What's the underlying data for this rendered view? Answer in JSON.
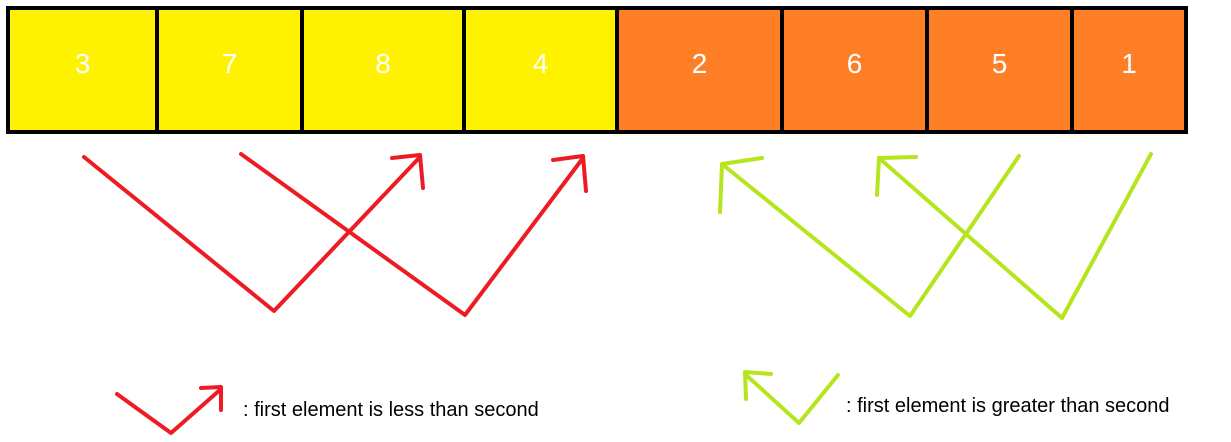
{
  "array": {
    "cells": [
      {
        "value": "3",
        "group": "yellow"
      },
      {
        "value": "7",
        "group": "yellow"
      },
      {
        "value": "8",
        "group": "yellow"
      },
      {
        "value": "4",
        "group": "yellow"
      },
      {
        "value": "2",
        "group": "orange"
      },
      {
        "value": "6",
        "group": "orange"
      },
      {
        "value": "5",
        "group": "orange"
      },
      {
        "value": "1",
        "group": "orange"
      }
    ]
  },
  "colors": {
    "yellow": "#fff200",
    "orange": "#ff7f27",
    "red_arrow": "#ed1c24",
    "green_arrow": "#b5e61d",
    "border": "#000000",
    "cell_text": "#ffffff"
  },
  "legend": {
    "red_text": ": first element is less than second",
    "green_text": ": first element is greater than second"
  }
}
